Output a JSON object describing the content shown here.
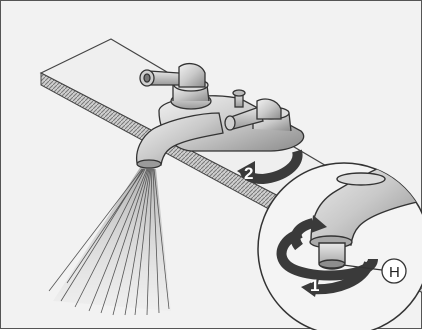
{
  "figure": {
    "description_hidden": "",
    "steps": [
      {
        "number": "2",
        "action": "rotate-handle"
      },
      {
        "number": "1",
        "action": "rotate-aerator"
      }
    ],
    "callout": {
      "letter": "H"
    },
    "colors": {
      "background": "#f2f2f2",
      "outline": "#333333",
      "metal_light": "#e4e4e4",
      "metal_mid": "#bdbdbd",
      "metal_dark": "#7a7a7a",
      "arrow": "#3a3a3a",
      "deck": "#eeeeee"
    },
    "icons": [
      "faucet-spout-icon",
      "handle-icon",
      "spray-icon",
      "rotate-arrow-icon",
      "magnifier-circle-icon"
    ]
  }
}
